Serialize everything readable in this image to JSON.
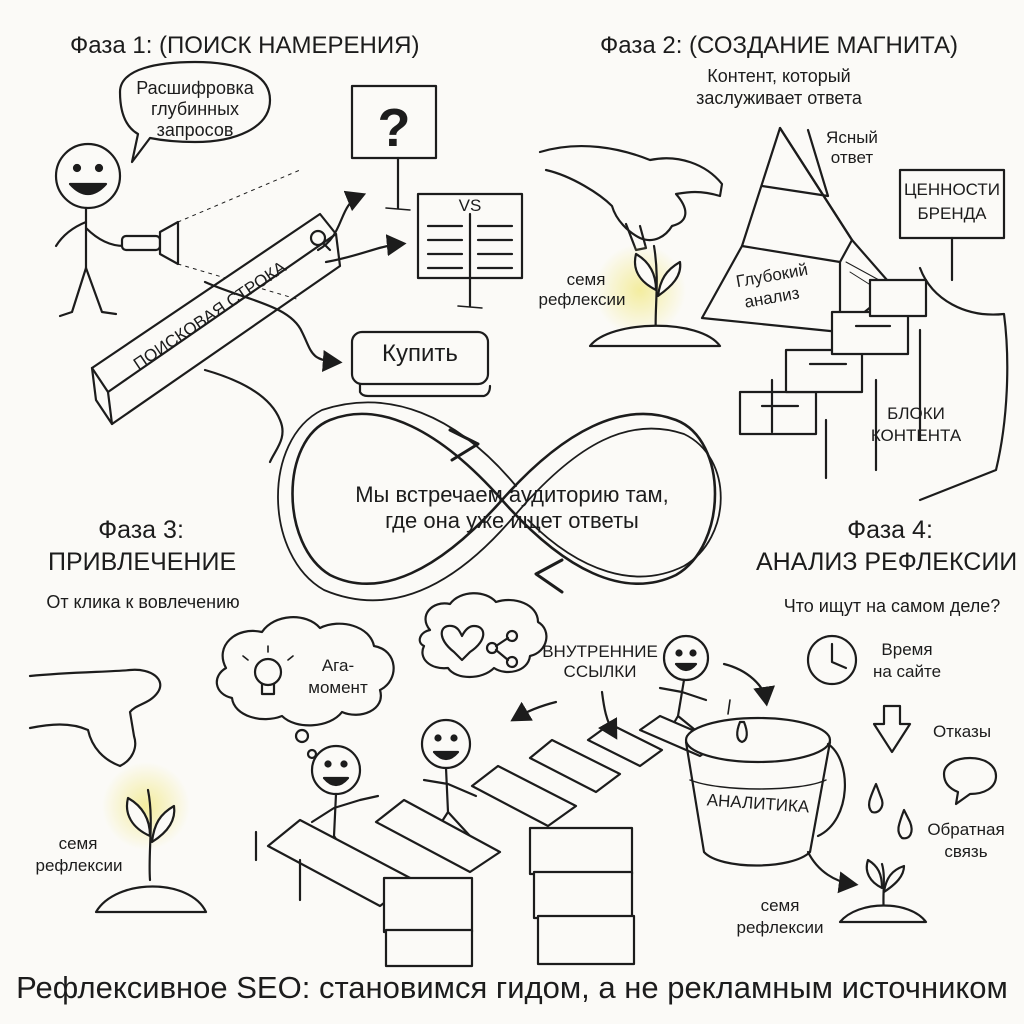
{
  "phases": {
    "p1": {
      "title": "Фаза 1: (ПОИСК НАМЕРЕНИЯ)"
    },
    "p2": {
      "title": "Фаза 2: (СОЗДАНИЕ МАГНИТА)",
      "subtitle_1": "Контент, который",
      "subtitle_2": "заслуживает ответа"
    },
    "p3": {
      "title_1": "Фаза 3:",
      "title_2": "ПРИВЛЕЧЕНИЕ",
      "subtitle": "От клика к вовлечению"
    },
    "p4": {
      "title_1": "Фаза 4:",
      "title_2": "АНАЛИЗ РЕФЛЕКСИИ",
      "subtitle": "Что ищут на самом деле?"
    }
  },
  "labels": {
    "bubble_1": "Расшифровка",
    "bubble_2": "глубинных",
    "bubble_3": "запросов",
    "vs": "VS",
    "search_bar": "ПОИСКОВАЯ СТРОКА",
    "buy": "Купить",
    "seed_1": "семя",
    "seed_2": "рефлексии",
    "pyramid_top_1": "Ясный",
    "pyramid_top_2": "ответ",
    "pyramid_mid_1": "Глубокий",
    "pyramid_mid_2": "анализ",
    "brand_1": "ЦЕННОСТИ",
    "brand_2": "БРЕНДА",
    "blocks_1": "БЛОКИ",
    "blocks_2": "КОНТЕНТА",
    "center_1": "Мы встречаем аудиторию там,",
    "center_2": "где она уже ищет ответы",
    "aha_1": "Ага-",
    "aha_2": "момент",
    "links_1": "ВНУТРЕННИЕ",
    "links_2": "ССЫЛКИ",
    "time_1": "Время",
    "time_2": "на сайте",
    "bounces": "Отказы",
    "feedback_1": "Обратная",
    "feedback_2": "связь",
    "analytics": "АНАЛИТИКА"
  },
  "caption": "Рефлексивное SEO: становимся гидом, а не рекламным источником",
  "colors": {
    "ink": "#1c1c1c",
    "paper": "#fbfaf7",
    "glow": "#f3ec9a"
  }
}
